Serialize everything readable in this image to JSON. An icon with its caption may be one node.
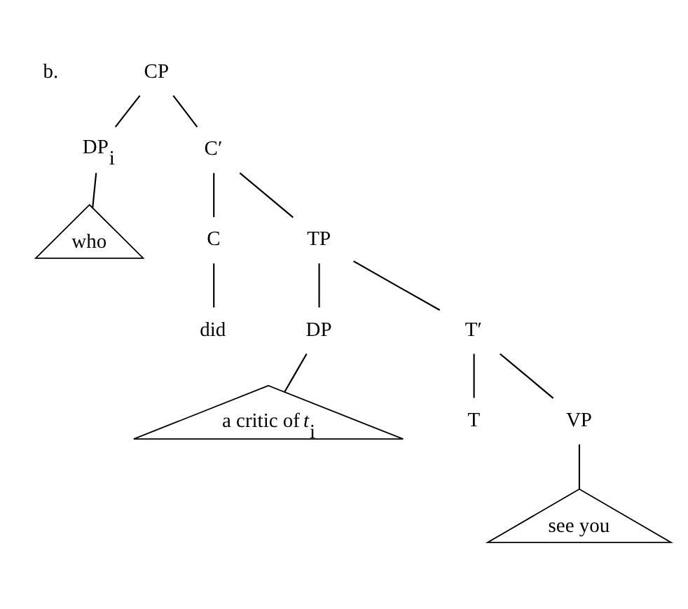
{
  "diagram": {
    "nodes": [
      {
        "text": [
          "CP"
        ]
      },
      {
        "text": [
          "DP$_{i}$"
        ]
      },
      {
        "text": [
          "C′"
        ]
      },
      {
        "text": [
          "who"
        ]
      },
      {
        "text": [
          "C"
        ]
      },
      {
        "text": [
          "TP"
        ]
      },
      {
        "text": [
          "did"
        ]
      },
      {
        "text": [
          "DP"
        ]
      },
      {
        "text": [
          "T′"
        ]
      },
      {
        "text": [
          "a critic of *t*$_{i}$"
        ]
      },
      {
        "text": [
          "T"
        ]
      },
      {
        "text": [
          "VP"
        ]
      },
      {
        "text": [
          "see you"
        ]
      }
    ],
    "edges": [
      {
        "from": 0,
        "to": 1,
        "arrow": "none"
      },
      {
        "from": 0,
        "to": 2,
        "arrow": "none"
      },
      {
        "from": 1,
        "to": 3,
        "arrow": "none"
      },
      {
        "from": 2,
        "to": 4,
        "arrow": "none"
      },
      {
        "from": 2,
        "to": 5,
        "arrow": "none"
      },
      {
        "from": 4,
        "to": 6,
        "arrow": "none"
      },
      {
        "from": 5,
        "to": 7,
        "arrow": "none"
      },
      {
        "from": 5,
        "to": 8,
        "arrow": "none"
      },
      {
        "from": 7,
        "to": 9,
        "arrow": "none"
      },
      {
        "from": 8,
        "to": 10,
        "arrow": "none"
      },
      {
        "from": 8,
        "to": 11,
        "arrow": "none"
      },
      {
        "from": 11,
        "to": 12,
        "arrow": "none"
      }
    ],
    "labels": [
      "b."
    ]
  }
}
